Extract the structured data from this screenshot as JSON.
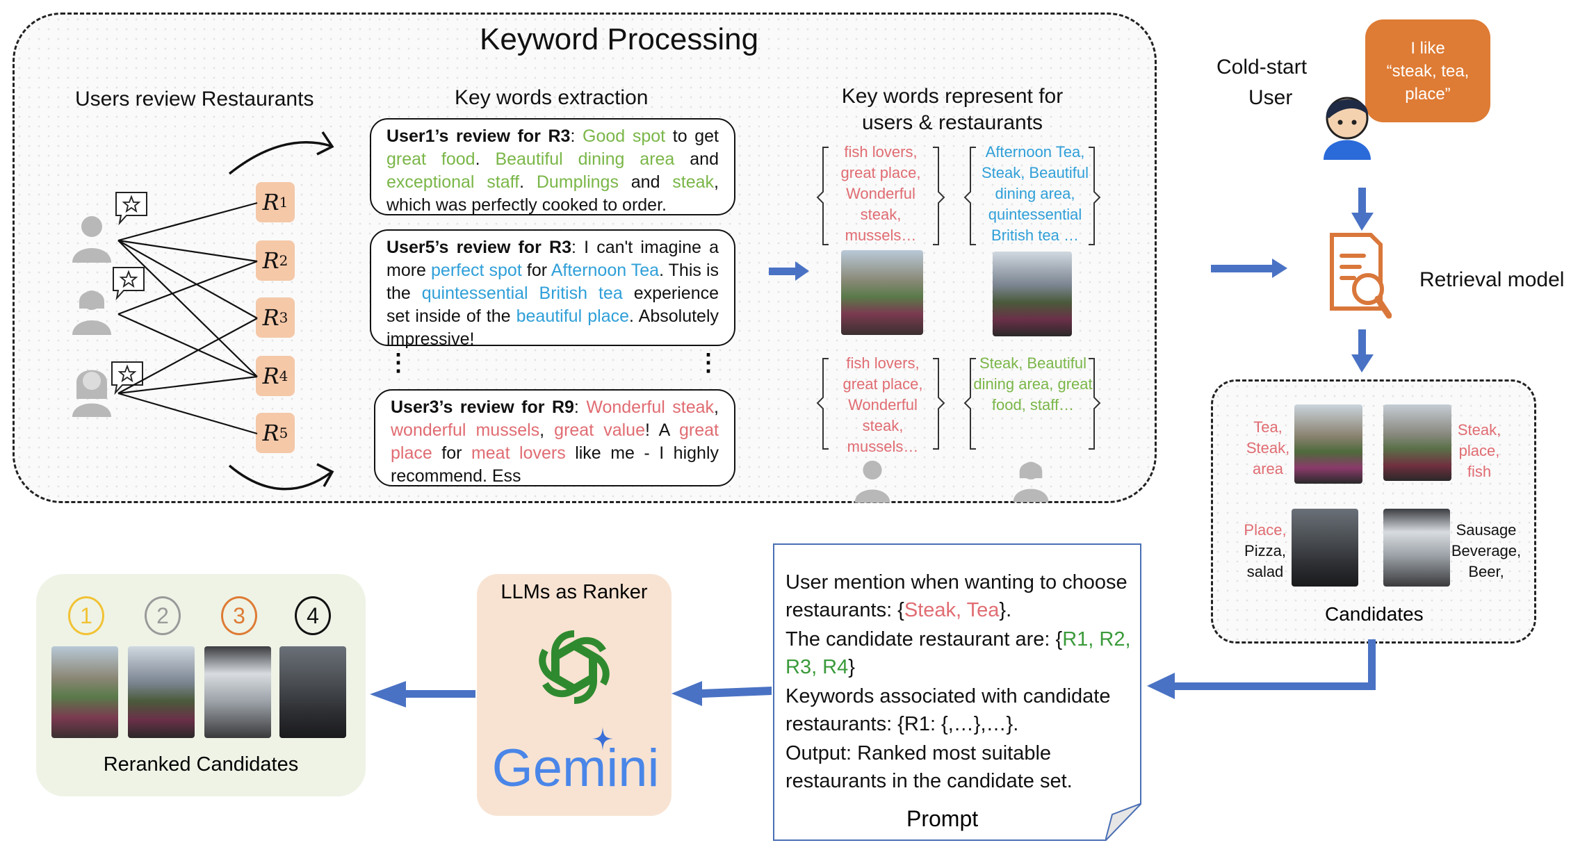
{
  "keyword_processing": {
    "title": "Keyword Processing",
    "users_review_label": "Users review Restaurants",
    "extraction_label": "Key words extraction",
    "represent_label_line1": "Key words represent for",
    "represent_label_line2": "users & restaurants",
    "restaurants": [
      "R",
      "R",
      "R",
      "R",
      "R"
    ],
    "restaurant_subs": [
      "1",
      "2",
      "3",
      "4",
      "5"
    ],
    "reviews": [
      {
        "head": "User1’s review for R3",
        "segments": [
          [
            ": ",
            ""
          ],
          [
            "Good spot",
            "g"
          ],
          [
            " to get ",
            ""
          ],
          [
            "great food",
            "g"
          ],
          [
            ". ",
            ""
          ],
          [
            "Beautiful dining area",
            "g"
          ],
          [
            " and ",
            ""
          ],
          [
            "exceptional staff",
            "g"
          ],
          [
            ". ",
            ""
          ],
          [
            "Dumplings",
            "g"
          ],
          [
            " and ",
            ""
          ],
          [
            "steak",
            "g"
          ],
          [
            ", which was perfectly cooked to order.",
            ""
          ]
        ]
      },
      {
        "head": "User5’s review for R3",
        "segments": [
          [
            ": I can't imagine a more ",
            ""
          ],
          [
            "perfect spot",
            "b"
          ],
          [
            " for ",
            ""
          ],
          [
            "Afternoon Tea",
            "b"
          ],
          [
            ". This is the ",
            ""
          ],
          [
            "quintessential British tea",
            "b"
          ],
          [
            " experience set inside of the ",
            ""
          ],
          [
            "beautiful place",
            "b"
          ],
          [
            ". Absolutely impressive!",
            ""
          ]
        ]
      },
      {
        "head": "User3’s review for R9",
        "segments": [
          [
            ": ",
            ""
          ],
          [
            "Wonderful steak",
            "r"
          ],
          [
            ", ",
            ""
          ],
          [
            "wonderful mussels",
            "r"
          ],
          [
            ", ",
            ""
          ],
          [
            "great value",
            "r"
          ],
          [
            "! A ",
            ""
          ],
          [
            "great place",
            "r"
          ],
          [
            " for ",
            ""
          ],
          [
            "meat lovers",
            "r"
          ],
          [
            " like me - I highly recommend.  Ess",
            ""
          ]
        ]
      }
    ],
    "ellipsis": "⋮",
    "keyword_groups": [
      {
        "text": "fish lovers, great place, Wonderful steak, mussels…",
        "color": "#e06c72"
      },
      {
        "text": "Afternoon Tea, Steak, Beautiful dining area, quintessential British tea …",
        "color": "#2f9fd8"
      },
      {
        "text": "fish lovers, great place, Wonderful steak, mussels…",
        "color": "#e06c72"
      },
      {
        "text": "Steak, Beautiful dining area, great food, staff…",
        "color": "#7ab648"
      }
    ]
  },
  "cold_start": {
    "label_line1": "Cold-start",
    "label_line2": "User",
    "bubble_line1": "I like",
    "bubble_line2": "“steak, tea,",
    "bubble_line3": "place”",
    "retrieval_label": "Retrieval model"
  },
  "candidates": {
    "label": "Candidates",
    "tags": [
      {
        "text": "Tea, Steak, area",
        "color": "#e06c72"
      },
      {
        "text": "Steak, place, fish",
        "color": "#e06c72"
      },
      {
        "lines": [
          {
            "text": "Place,",
            "color": "#e06c72"
          },
          {
            "text": "Pizza,",
            "color": "#111111"
          },
          {
            "text": "salad",
            "color": "#111111"
          }
        ]
      },
      {
        "text": "Sausage Beverage, Beer,",
        "color": "#111111"
      }
    ]
  },
  "prompt": {
    "label": "Prompt",
    "l1": "User  mention when wanting to choose restaurants: {",
    "l1_red": "Steak, Tea",
    "l1_end": "}.",
    "l2": "The candidate restaurant are: {",
    "l2_green": "R1, R2, R3, R4",
    "l2_end": "}",
    "l3": "Keywords associated with candidate restaurants: {R1: {,…},…}.",
    "l4": "Output: Ranked most suitable restaurants in the candidate set."
  },
  "ranker": {
    "label": "LLMs as Ranker",
    "gemini": "Gemini"
  },
  "reranked": {
    "label": "Reranked Candidates",
    "ranks": [
      "1",
      "2",
      "3",
      "4"
    ],
    "rank_colors": [
      "#f2c234",
      "#9a9a9a",
      "#de7b34",
      "#111111"
    ]
  },
  "colors": {
    "arrow_blue": "#4a72c4",
    "restaurant_box": "#f5c8a8",
    "keyword_green": "#7ab648",
    "keyword_blue": "#2f9fd8",
    "keyword_red": "#e06c72",
    "bubble_orange": "#de7b34",
    "icon_orange": "#d9773b"
  }
}
